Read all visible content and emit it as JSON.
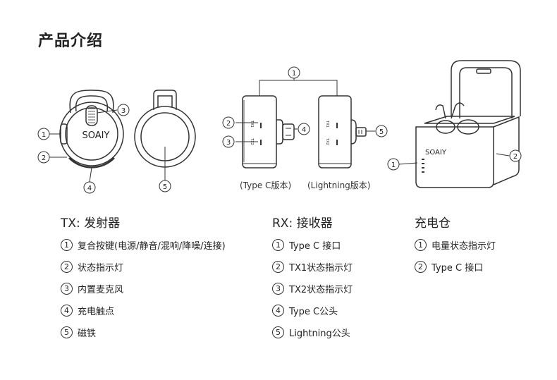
{
  "title": "产品介绍",
  "brand": "SOAIY",
  "rx_labels": {
    "tx1": "TX1",
    "tx2": "TX2"
  },
  "captions": {
    "typec": "(Type C版本)",
    "lightning": "(Lightning版本)"
  },
  "callouts": [
    "1",
    "2",
    "3",
    "4",
    "5"
  ],
  "sections": [
    {
      "title": "TX: 发射器",
      "items": [
        "复合按键(电源/静音/混响/降噪/连接)",
        "状态指示灯",
        "内置麦克风",
        "充电触点",
        "磁铁"
      ]
    },
    {
      "title": "RX: 接收器",
      "items": [
        "Type C 接口",
        "TX1状态指示灯",
        "TX2状态指示灯",
        "Type C公头",
        "Lightning公头"
      ]
    },
    {
      "title": "充电仓",
      "items": [
        "电量状态指示灯",
        "Type C 接口"
      ]
    }
  ],
  "colors": {
    "line": "#333333",
    "text": "#222222"
  }
}
